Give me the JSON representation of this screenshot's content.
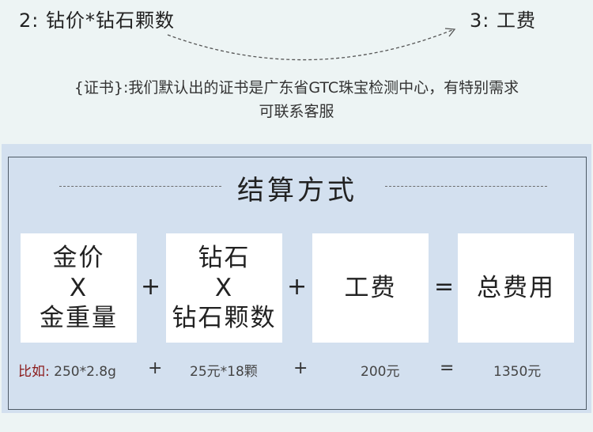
{
  "header": {
    "step2": "2: 钻价*钻石颗数",
    "step3": "3: 工费"
  },
  "note": {
    "line1": "{证书}:我们默认出的证书是广东省GTC珠宝检测中心，有特别需求",
    "line2": "可联系客服"
  },
  "section": {
    "title": "结算方式"
  },
  "formula": {
    "box1": [
      "金价",
      "X",
      "金重量"
    ],
    "box2": [
      "钻石",
      "X",
      "钻石颗数"
    ],
    "box3": "工费",
    "box4": "总费用",
    "plus": "+",
    "equals": "="
  },
  "example": {
    "label": "比如:",
    "v1": "250*2.8g",
    "v2": "25元*18颗",
    "v3": "200元",
    "v4": "1350元",
    "plus": "+",
    "equals": "="
  }
}
